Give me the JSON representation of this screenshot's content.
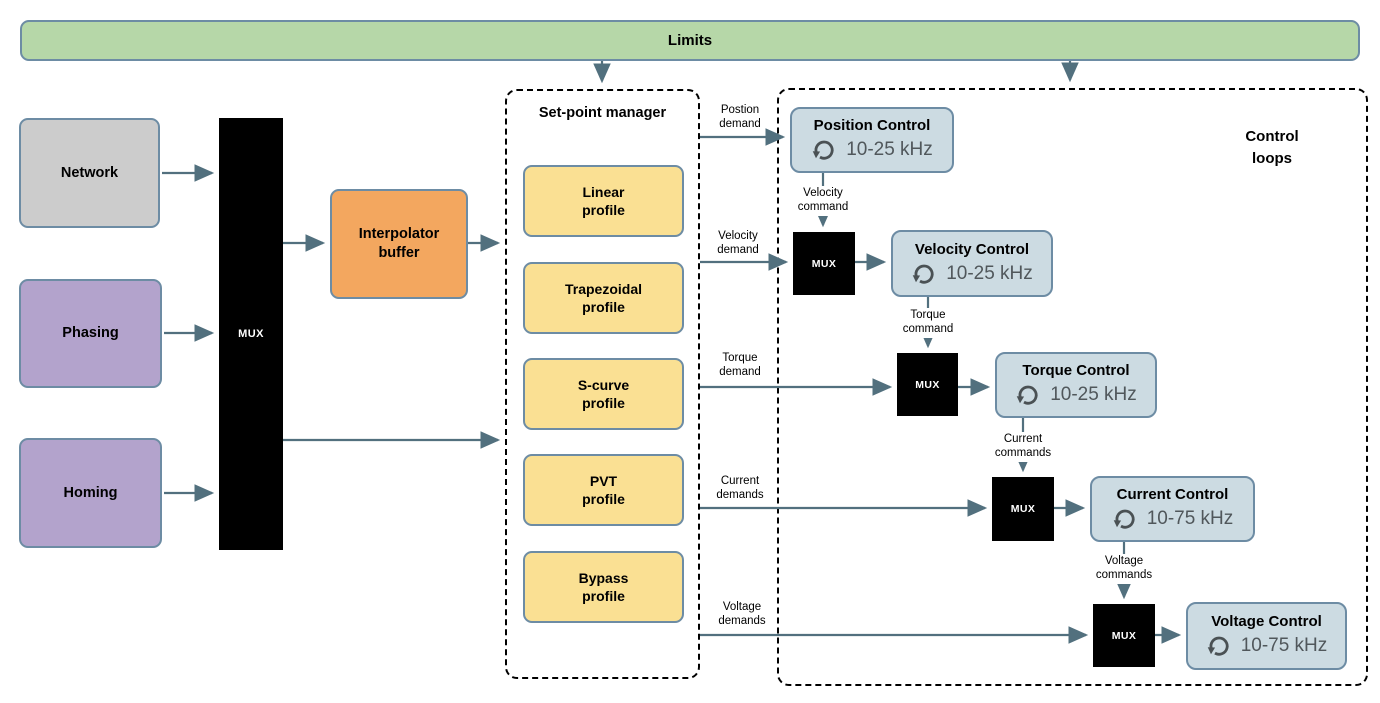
{
  "colors": {
    "green-fill": "#b6d7a8",
    "gray-fill": "#cccccc",
    "purple-fill": "#b3a3cc",
    "orange-fill": "#f3a75f",
    "yellow-fill": "#fae093",
    "blue-fill": "#ccdbe2",
    "box-border": "#6d8ca4",
    "arrow": "#52707e",
    "mux-fill": "#000000",
    "muted-text": "#50575b"
  },
  "limits": {
    "label": "Limits"
  },
  "sources": [
    {
      "label": "Network"
    },
    {
      "label": "Phasing"
    },
    {
      "label": "Homing"
    }
  ],
  "mux": {
    "label": "MUX"
  },
  "interpolator": {
    "line1": "Interpolator",
    "line2": "buffer"
  },
  "setpoint_manager": {
    "title": "Set-point manager",
    "profiles": [
      {
        "line1": "Linear",
        "line2": "profile"
      },
      {
        "line1": "Trapezoidal",
        "line2": "profile"
      },
      {
        "line1": "S-curve",
        "line2": "profile"
      },
      {
        "line1": "PVT",
        "line2": "profile"
      },
      {
        "line1": "Bypass",
        "line2": "profile"
      }
    ]
  },
  "control_loops": {
    "title_line1": "Control",
    "title_line2": "loops",
    "loops": [
      {
        "title": "Position Control",
        "rate": "10-25 kHz"
      },
      {
        "title": "Velocity Control",
        "rate": "10-25 kHz"
      },
      {
        "title": "Torque Control",
        "rate": "10-25 kHz"
      },
      {
        "title": "Current Control",
        "rate": "10-75 kHz"
      },
      {
        "title": "Voltage Control",
        "rate": "10-75 kHz"
      }
    ]
  },
  "demand_labels": [
    {
      "line1": "Postion",
      "line2": "demand"
    },
    {
      "line1": "Velocity",
      "line2": "demand"
    },
    {
      "line1": "Torque",
      "line2": "demand"
    },
    {
      "line1": "Current",
      "line2": "demands"
    },
    {
      "line1": "Voltage",
      "line2": "demands"
    }
  ],
  "command_labels": [
    {
      "line1": "Velocity",
      "line2": "command"
    },
    {
      "line1": "Torque",
      "line2": "command"
    },
    {
      "line1": "Current",
      "line2": "commands"
    },
    {
      "line1": "Voltage",
      "line2": "commands"
    }
  ]
}
